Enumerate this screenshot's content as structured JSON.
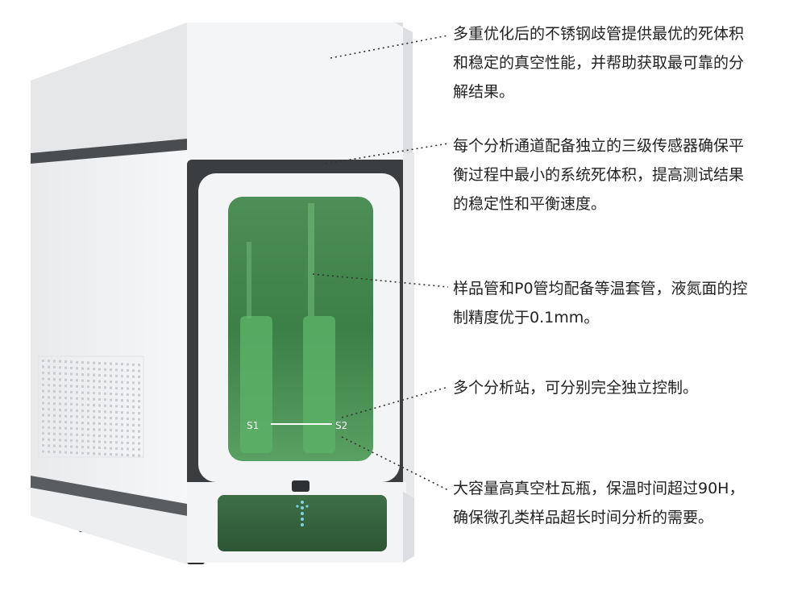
{
  "colors": {
    "accent_green": "#2e6b3c",
    "glass_green": "#3f8a4a",
    "body_white": "#f2f3f4",
    "frame_dark": "#3a3d40",
    "text": "#222222"
  },
  "device": {
    "station_labels": [
      "S1",
      "S2"
    ]
  },
  "callouts": [
    {
      "lines": [
        "多重优化后的不锈钢歧管提供最优的死体积",
        "和稳定的真空性能，并帮助获取最可靠的分",
        "解结果。"
      ]
    },
    {
      "lines": [
        "每个分析通道配备独立的三级传感器确保平",
        "衡过程中最小的系统死体积，提高测试结果",
        "的稳定性和平衡速度。"
      ]
    },
    {
      "lines": [
        "样品管和P0管均配备等温套管，液氮面的控",
        "制精度优于0.1mm。"
      ]
    },
    {
      "lines": [
        "多个分析站，可分别完全独立控制。"
      ]
    },
    {
      "lines": [
        "大容量高真空杜瓦瓶，保温时间超过90H，",
        "确保微孔类样品超长时间分析的需要。"
      ]
    }
  ]
}
